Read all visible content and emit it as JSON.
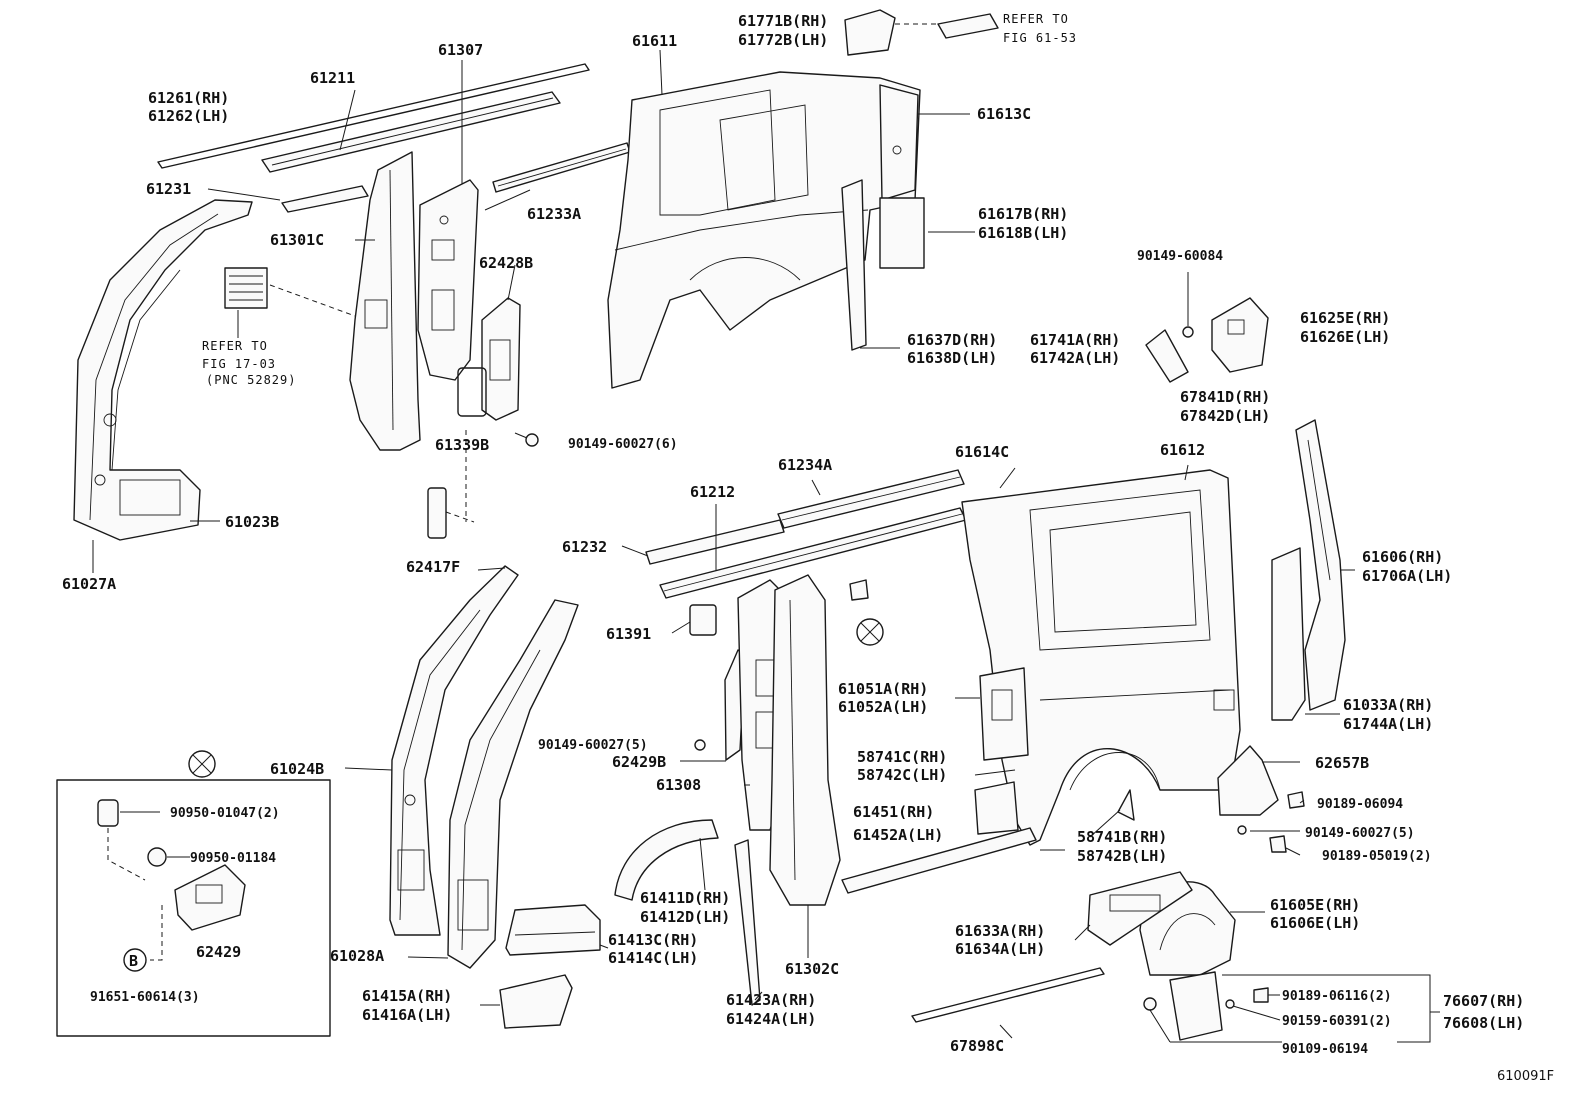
{
  "labels": {
    "l61261": "61261(RH)",
    "l61262": "61262(LH)",
    "l61211": "61211",
    "l61307": "61307",
    "l61611": "61611",
    "l61771b": "61771B(RH)",
    "l61772b": "61772B(LH)",
    "ref_fig6153_a": "REFER TO",
    "ref_fig6153_b": "FIG 61-53",
    "l61613c": "61613C",
    "l61231": "61231",
    "l61233a": "61233A",
    "l61301c": "61301C",
    "l62428b": "62428B",
    "l61617b": "61617B(RH)",
    "l61618b": "61618B(LH)",
    "l90149_60084": "90149-60084",
    "ref_fig1703_a": "REFER TO",
    "ref_fig1703_b": "FIG 17-03",
    "ref_fig1703_c": "(PNC 52829)",
    "l61637d": "61637D(RH)",
    "l61638d": "61638D(LH)",
    "l61741a": "61741A(RH)",
    "l61742a": "61742A(LH)",
    "l61625e": "61625E(RH)",
    "l61626e": "61626E(LH)",
    "l67841d": "67841D(RH)",
    "l67842d": "67842D(LH)",
    "l61339b": "61339B",
    "l90149_60027_6": "90149-60027(6)",
    "l61234a": "61234A",
    "l61614c": "61614C",
    "l61612": "61612",
    "l61212": "61212",
    "l61023b": "61023B",
    "l61027a": "61027A",
    "l61232": "61232",
    "l62417f": "62417F",
    "l61606": "61606(RH)",
    "l61706a": "61706A(LH)",
    "l61391": "61391",
    "l61051a": "61051A(RH)",
    "l61052a": "61052A(LH)",
    "l61033a": "61033A(RH)",
    "l61744a": "61744A(LH)",
    "l90149_60027_5a": "90149-60027(5)",
    "l62429b": "62429B",
    "l61024b": "61024B",
    "l58741c": "58741C(RH)",
    "l58742c": "58742C(LH)",
    "l62657b": "62657B",
    "l61308": "61308",
    "l90189_06094": "90189-06094",
    "l61451": "61451(RH)",
    "l61452a": "61452A(LH)",
    "l90149_60027_5b": "90149-60027(5)",
    "l58741b": "58741B(RH)",
    "l58742b": "58742B(LH)",
    "l90189_05019": "90189-05019(2)",
    "l90950_01047": "90950-01047(2)",
    "l90950_01184": "90950-01184",
    "l61411d": "61411D(RH)",
    "l61412d": "61412D(LH)",
    "l61605e": "61605E(RH)",
    "l61606e": "61606E(LH)",
    "l61633a": "61633A(RH)",
    "l61634a": "61634A(LH)",
    "l61413c": "61413C(RH)",
    "l61414c": "61414C(LH)",
    "l62429": "62429",
    "l61028a": "61028A",
    "l61302c": "61302C",
    "l90189_06116": "90189-06116(2)",
    "l76607": "76607(RH)",
    "l76608": "76608(LH)",
    "l61415a": "61415A(RH)",
    "l61416a": "61416A(LH)",
    "l61423a": "61423A(RH)",
    "l61424a": "61424A(LH)",
    "l90159_60391": "90159-60391(2)",
    "l91651_60614": "91651-60614(3)",
    "l67898c": "67898C",
    "l90109_06194": "90109-06194",
    "b_marker": "B",
    "diagram_code": "610091F"
  }
}
